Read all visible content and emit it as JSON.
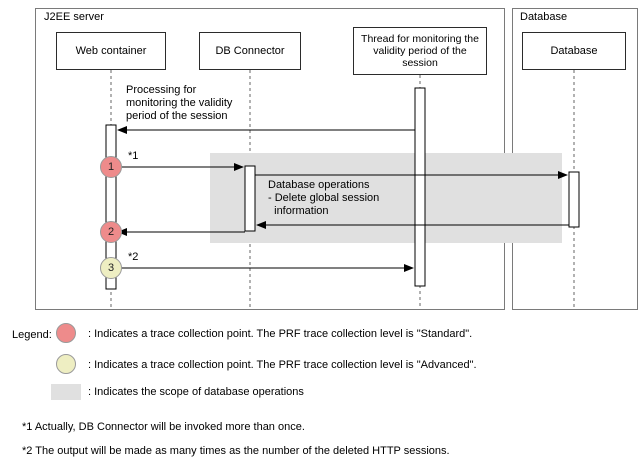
{
  "diagram": {
    "groups": {
      "j2ee_server": "J2EE server",
      "database_group": "Database"
    },
    "boxes": {
      "web_container": "Web container",
      "db_connector": "DB Connector",
      "thread": "Thread for monitoring the validity period of the session",
      "database": "Database"
    },
    "messages": {
      "processing": "Processing for monitoring the validity period of the session",
      "db_operations": "Database operations\n- Delete global session\n  information",
      "note1_ref": "*1",
      "note2_ref": "*2"
    },
    "trace_points": [
      {
        "label": "1",
        "level": "standard"
      },
      {
        "label": "2",
        "level": "standard"
      },
      {
        "label": "3",
        "level": "advanced"
      }
    ]
  },
  "legend": {
    "title": "Legend:",
    "items": [
      {
        "symbol": "standard-trace-point",
        "text": ": Indicates a trace collection point. The PRF trace collection level is \"Standard\"."
      },
      {
        "symbol": "advanced-trace-point",
        "text": ": Indicates a trace collection point. The PRF trace collection level is \"Advanced\"."
      },
      {
        "symbol": "database-scope",
        "text": ": Indicates the scope of database operations"
      }
    ]
  },
  "footnotes": [
    "*1 Actually, DB Connector will be invoked more than once.",
    "*2 The output will be made as many times as the number of the deleted HTTP sessions."
  ],
  "colors": {
    "standard_point": "#ee8b8b",
    "advanced_point": "#eeeec2",
    "scope_fill": "#e0e0e0"
  }
}
